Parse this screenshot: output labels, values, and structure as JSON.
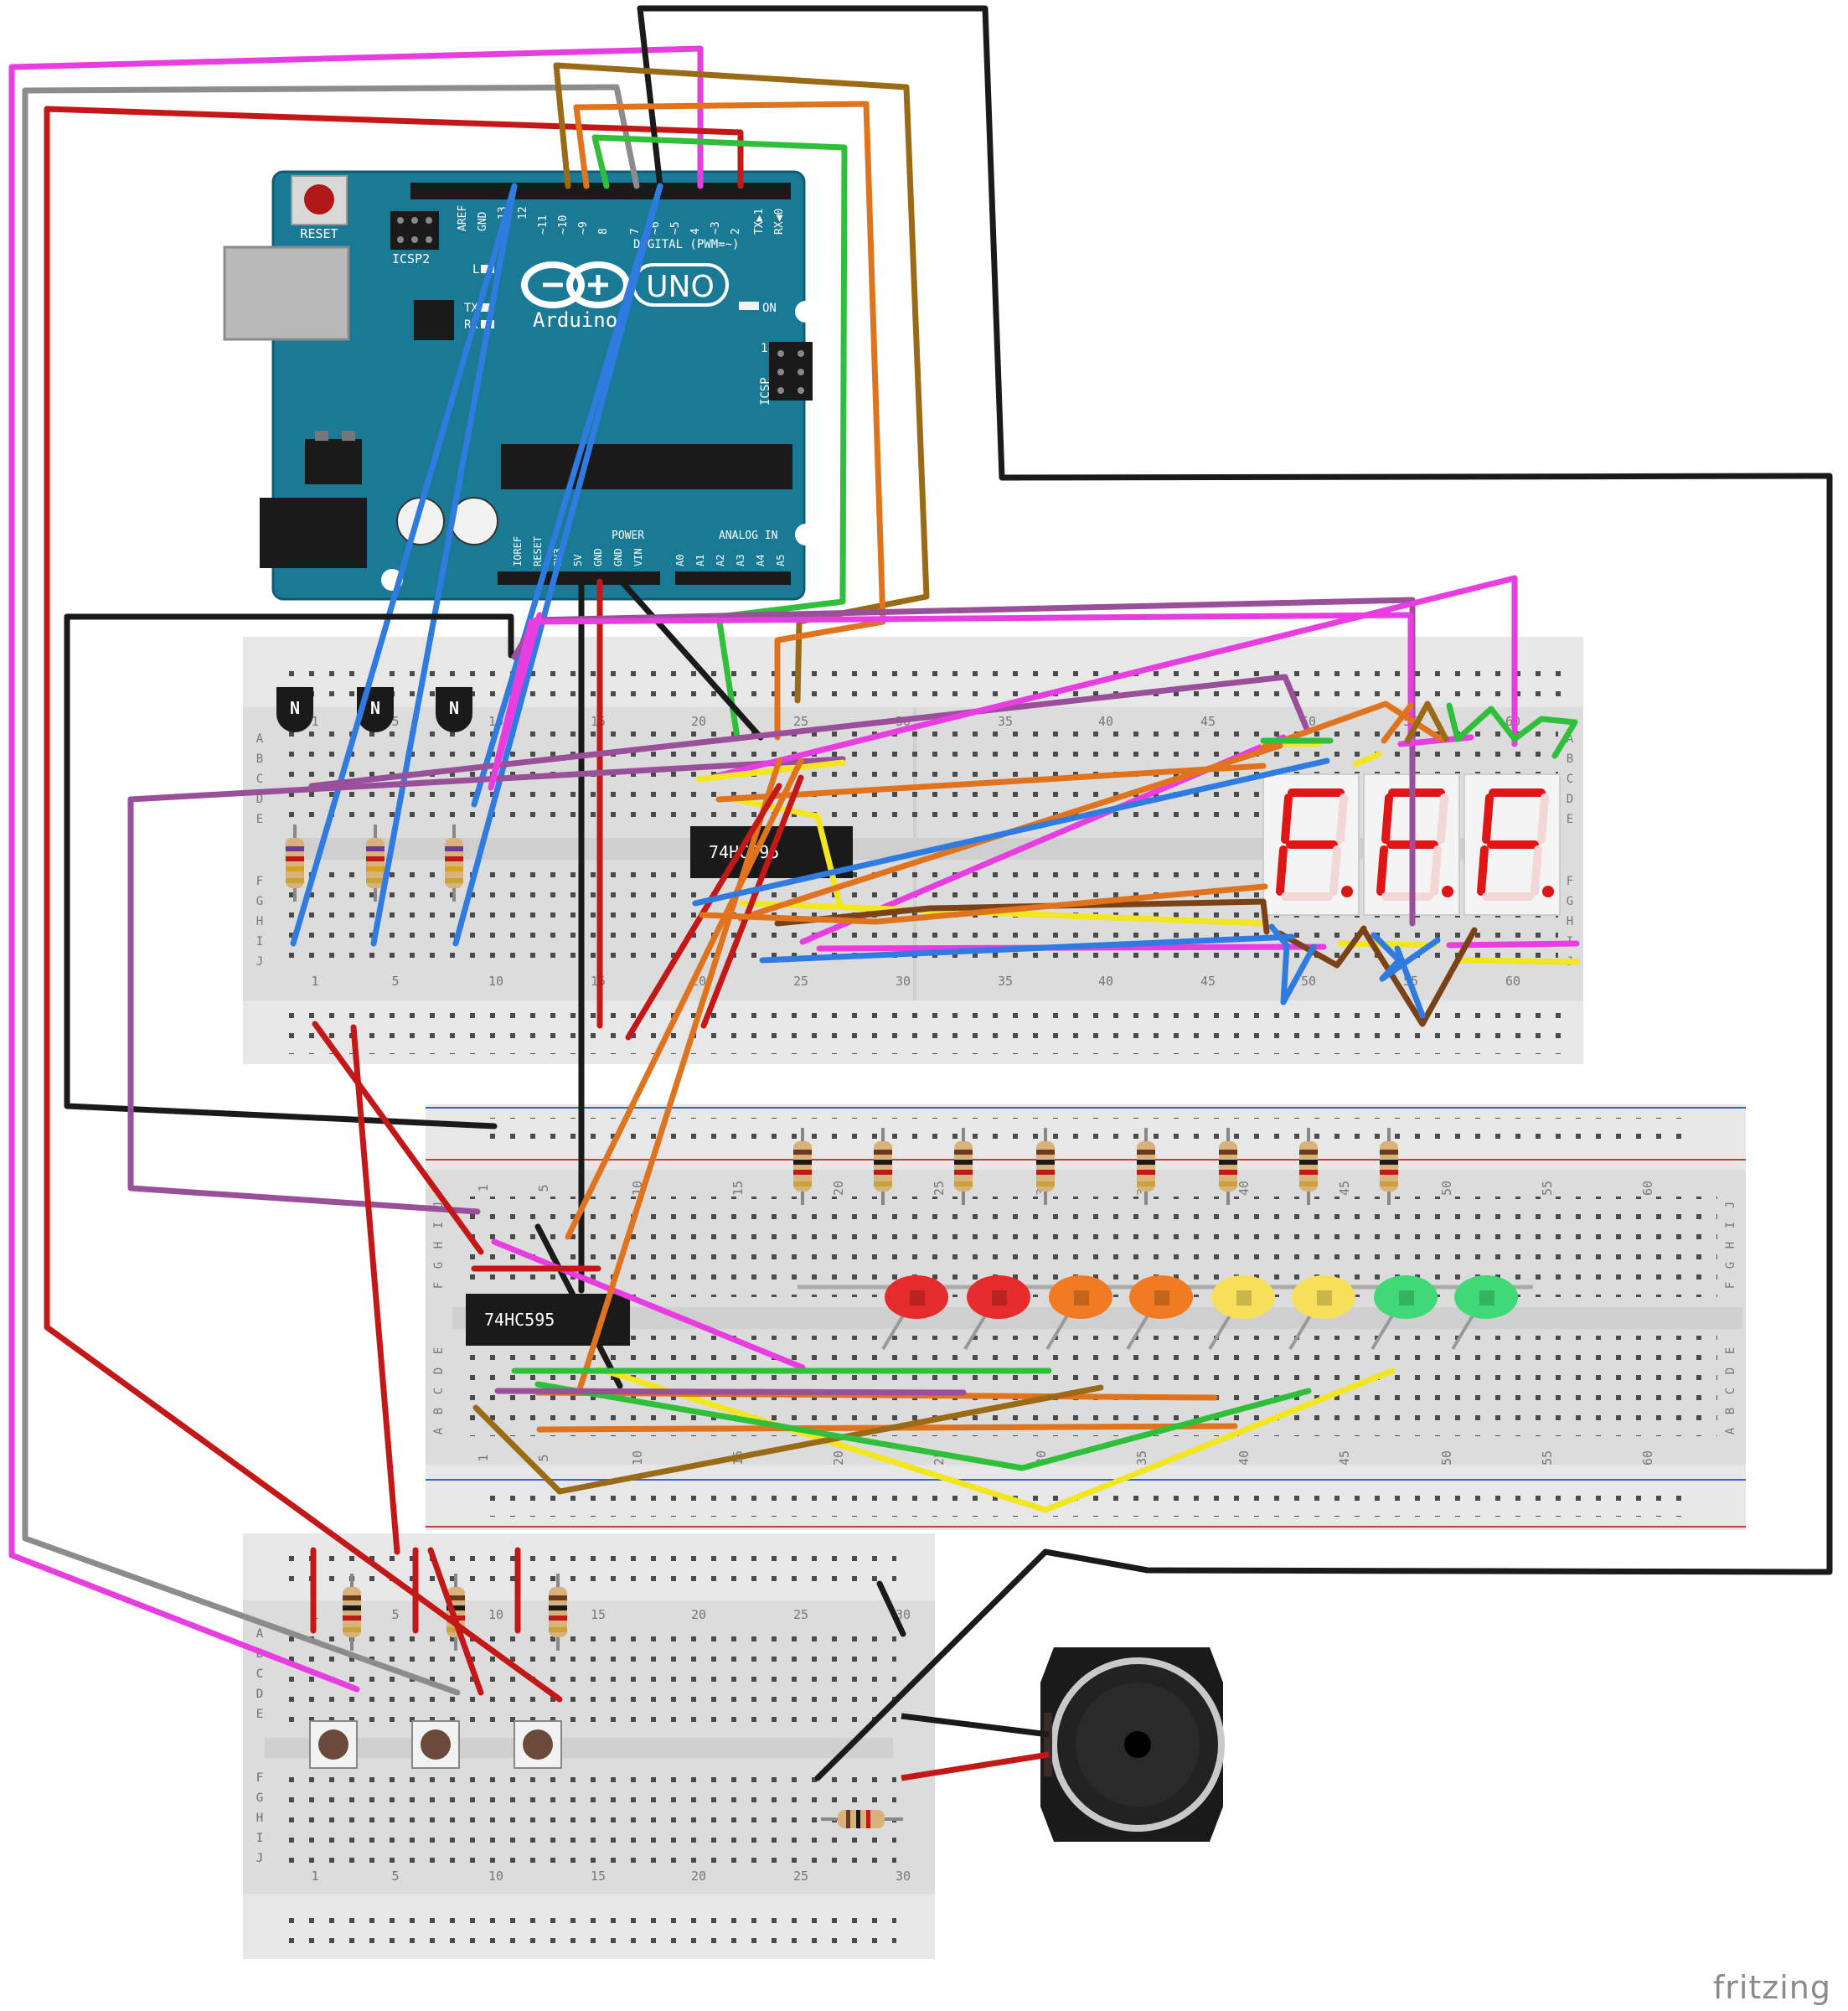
{
  "arduino": {
    "reset_label": "RESET",
    "icsp2_label": "ICSP2",
    "icsp_label": "ICSP",
    "aref_label": "AREF",
    "gnd_label": "GND",
    "pin13_label": "13",
    "pin12_label": "12",
    "digital_pins": [
      "~11",
      "~10",
      "~9",
      "8",
      "7",
      "~6",
      "~5",
      "4",
      "~3",
      "2",
      "TX▶1",
      "RX◀0"
    ],
    "digital_header": "DIGITAL (PWM=~)",
    "led_l": "L",
    "led_tx": "TX",
    "led_rx": "RX",
    "brand_uno": "UNO",
    "brand_name": "Arduino",
    "on_label": "ON",
    "icsp_pin1": "1",
    "power_header": "POWER",
    "analog_header": "ANALOG IN",
    "power_pins": [
      "IOREF",
      "RESET",
      "3V3",
      "5V",
      "GND",
      "GND",
      "VIN"
    ],
    "analog_pins": [
      "A0",
      "A1",
      "A2",
      "A3",
      "A4",
      "A5"
    ],
    "board_color": "#1a7a96"
  },
  "breadboard_top": {
    "col_numbers": [
      "1",
      "5",
      "10",
      "15",
      "20",
      "25",
      "30",
      "35",
      "40",
      "45",
      "50",
      "55",
      "60"
    ],
    "row_letters_top": [
      "A",
      "B",
      "C",
      "D",
      "E"
    ],
    "row_letters_bottom": [
      "F",
      "G",
      "H",
      "I",
      "J"
    ],
    "chip_label": "74HC595",
    "transistor_mark": "N",
    "display_chars": [
      "F.",
      "F.",
      "F."
    ]
  },
  "breadboard_middle": {
    "col_numbers": [
      "1",
      "5",
      "10",
      "15",
      "20",
      "25",
      "30",
      "35",
      "40",
      "45",
      "50",
      "55",
      "60"
    ],
    "row_letters_top": [
      "J",
      "I",
      "H",
      "G",
      "F"
    ],
    "row_letters_bottom": [
      "E",
      "D",
      "C",
      "B",
      "A"
    ],
    "chip_label": "74HC595",
    "led_colors": [
      "#e52b2b",
      "#e52b2b",
      "#f07b22",
      "#f07b22",
      "#f6e05a",
      "#f6e05a",
      "#3fd977",
      "#3fd977"
    ]
  },
  "breadboard_bottom": {
    "col_numbers": [
      "1",
      "5",
      "10",
      "15",
      "20",
      "25",
      "30"
    ],
    "row_letters_top": [
      "A",
      "B",
      "C",
      "D",
      "E"
    ],
    "row_letters_bottom": [
      "F",
      "G",
      "H",
      "I",
      "J"
    ]
  },
  "watermark": "fritzing"
}
